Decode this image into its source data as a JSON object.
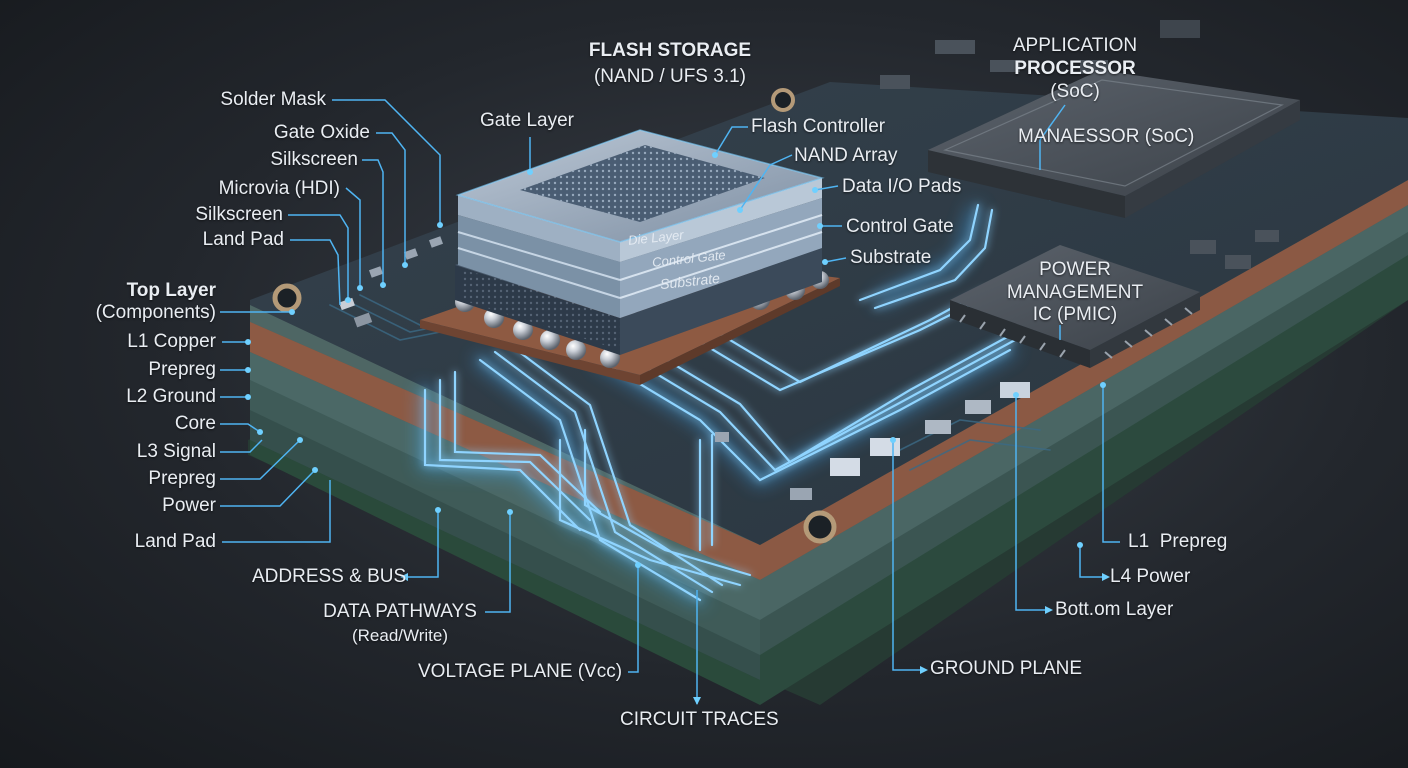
{
  "flash": {
    "title": "FLASH STORAGE",
    "subtitle": "(NAND / UFS 3.1)",
    "gate_layer": "Gate Layer",
    "flash_controller": "Flash Controller",
    "nand_array": "NAND Array",
    "data_io_pads": "Data I/O Pads",
    "control_gate": "Control Gate",
    "substrate": "Substrate",
    "die_layer_text": "Die Layer",
    "control_gate_text": "Control Gate",
    "substrate_text": "Substrate"
  },
  "soc": {
    "title_line1": "APPLICATION",
    "title_line2": "PROCESSOR",
    "title_line3": "(SoC)",
    "chip_label": "MANAESSOR (SoC)"
  },
  "pmic": {
    "line1": "POWER",
    "line2": "MANAGEMENT",
    "line3": "IC (PMIC)"
  },
  "left_labels": {
    "solder_mask": "Solder Mask",
    "gate_oxide": "Gate Oxide",
    "silkscreen_1": "Silkscreen",
    "microvia": "Microvia (HDI)",
    "silkscreen_2": "Silkscreen",
    "land_pad_top": "Land Pad",
    "top_layer": "Top Layer",
    "top_layer_sub": "(Components)",
    "l1_copper": "L1 Copper",
    "prepreg_1": "Prepreg",
    "l2_ground": "L2 Ground",
    "core": "Core",
    "l3_signal": "L3 Signal",
    "prepreg_2": "Prepreg",
    "power": "Power",
    "land_pad_bottom": "Land Pad"
  },
  "bottom_labels": {
    "address_bus": "ADDRESS & BUS",
    "data_pathways": "DATA PATHWAYS",
    "data_pathways_sub": "(Read/Write)",
    "voltage_plane": "VOLTAGE PLANE (Vcc)",
    "circuit_traces": "CIRCUIT TRACES",
    "ground_plane": "GROUND PLANE"
  },
  "right_labels": {
    "l1_prepreg": "L1  Prepreg",
    "l4_power": "L4 Power",
    "bottom_layer": "Bott.om Layer"
  },
  "colors": {
    "glow": "#5fc8ff",
    "trace": "#8fd4ff",
    "leader": "#4fb4f2",
    "copper": "#8a5a44",
    "board_green": "#2f4a42"
  }
}
